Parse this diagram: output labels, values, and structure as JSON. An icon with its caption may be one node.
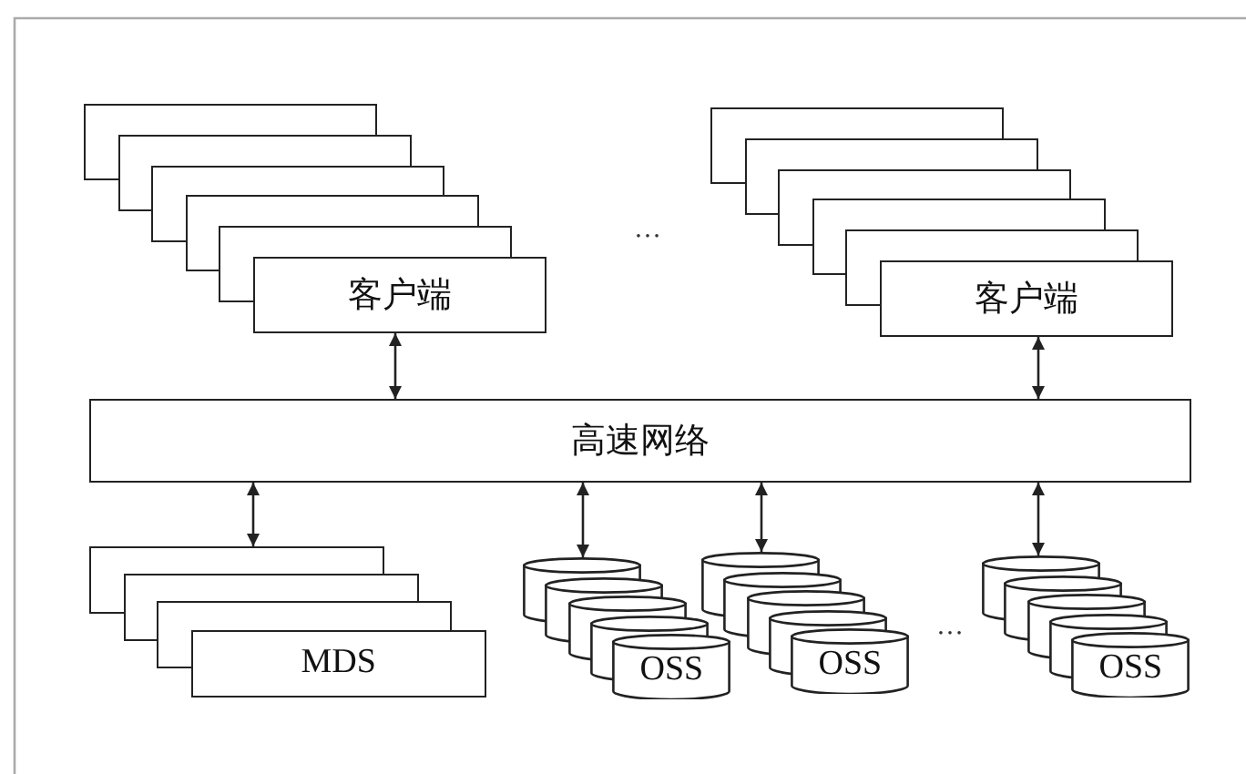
{
  "diagram": {
    "nodes": [
      {
        "text": [
          "客户端"
        ]
      },
      {
        "text": [
          "客户端"
        ]
      },
      {
        "text": [
          "高速网络"
        ]
      },
      {
        "text": [
          "MDS"
        ]
      },
      {
        "text": [
          "OSS"
        ]
      },
      {
        "text": [
          "OSS"
        ]
      },
      {
        "text": [
          "OSS"
        ]
      }
    ],
    "edges": [
      {
        "from": 0,
        "to": 2,
        "arrow": "both"
      },
      {
        "from": 1,
        "to": 2,
        "arrow": "both"
      },
      {
        "from": 2,
        "to": 3,
        "arrow": "both"
      },
      {
        "from": 2,
        "to": 4,
        "arrow": "both"
      },
      {
        "from": 2,
        "to": 5,
        "arrow": "both"
      },
      {
        "from": 2,
        "to": 6,
        "arrow": "both"
      }
    ],
    "labels": [
      "…",
      "…"
    ]
  }
}
